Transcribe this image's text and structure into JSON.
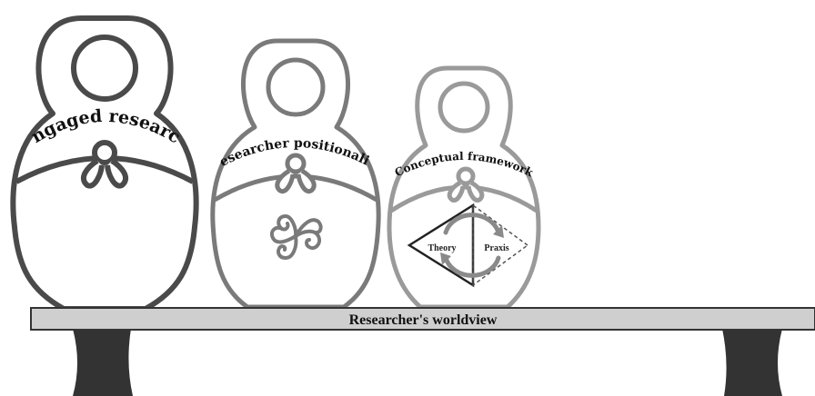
{
  "dolls": [
    {
      "label": "Engaged research",
      "stroke": "#4a4a4a"
    },
    {
      "label": "Researcher positionality",
      "stroke": "#7a7a7a"
    },
    {
      "label": "Conceptual framework",
      "stroke": "#9a9a9a"
    }
  ],
  "framework": {
    "left_label": "Theory",
    "right_label": "Praxis"
  },
  "shelf": {
    "label": "Researcher's worldview",
    "fill": "#cfcfcf",
    "leg_fill": "#333333"
  }
}
